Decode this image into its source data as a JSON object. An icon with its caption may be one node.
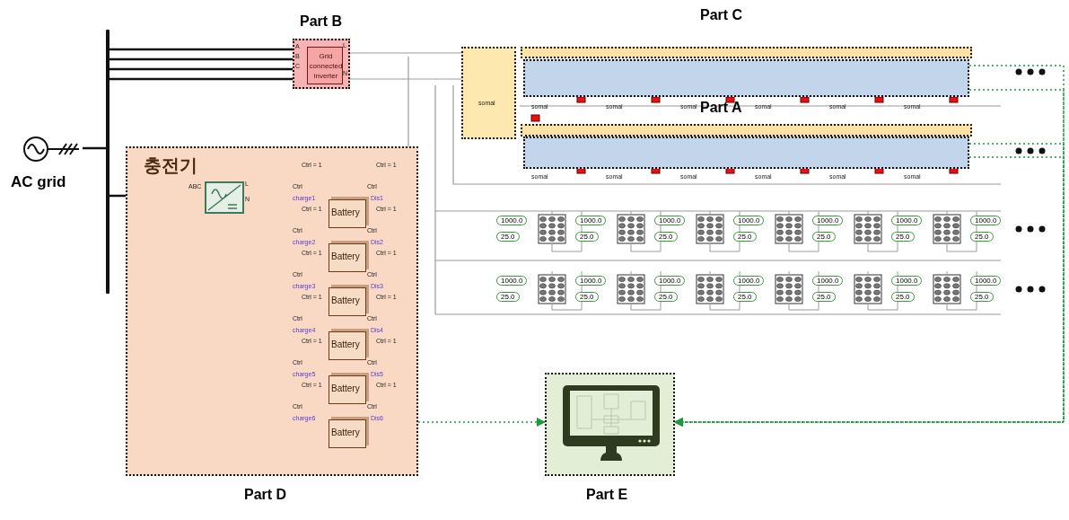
{
  "diagram": {
    "nodes": [
      {
        "text": [
          "Part B"
        ]
      },
      {
        "text": [
          "Grid connected inverter"
        ],
        "in": 0
      },
      {
        "text": [
          "AC grid"
        ]
      },
      {
        "text": [
          "Part D",
          "충전기"
        ]
      },
      {
        "text": [],
        "shape": "box",
        "in": 3
      },
      {
        "text": [
          "Battery"
        ],
        "in": 3
      },
      {
        "text": [
          "Battery"
        ],
        "in": 3
      },
      {
        "text": [
          "Battery"
        ],
        "in": 3
      },
      {
        "text": [
          "Battery"
        ],
        "in": 3
      },
      {
        "text": [
          "Battery"
        ],
        "in": 3
      },
      {
        "text": [
          "Battery"
        ],
        "in": 3
      },
      {
        "text": [],
        "shape": "box"
      },
      {
        "text": [],
        "shape": "bar"
      },
      {
        "text": [],
        "shape": "box"
      },
      {
        "text": [],
        "shape": "bar"
      },
      {
        "text": [],
        "shape": "box"
      },
      {
        "text": [
          "Part E"
        ]
      },
      {
        "text": [],
        "shape": "bar"
      }
    ],
    "edges": [
      {
        "from": 2,
        "to": 17,
        "arrow": "none"
      },
      {
        "from": 17,
        "to": 1,
        "arrow": "none"
      },
      {
        "from": 17,
        "to": 1,
        "arrow": "none"
      },
      {
        "from": 17,
        "to": 1,
        "arrow": "none"
      },
      {
        "from": 17,
        "to": 1,
        "arrow": "none"
      },
      {
        "from": 17,
        "to": 4,
        "arrow": "none"
      },
      {
        "from": 1,
        "to": 11,
        "arrow": "none",
        "color": "#9a9a9a"
      },
      {
        "from": 1,
        "to": 11,
        "arrow": "none",
        "color": "#9a9a9a"
      },
      {
        "from": 3,
        "to": 16,
        "arrow": "to",
        "style": "dashed",
        "color": "#1a9a3a"
      },
      {
        "from": 13,
        "to": 16,
        "arrow": "to",
        "style": "dashed",
        "color": "#1a9a3a"
      },
      {
        "from": 13,
        "to": 16,
        "arrow": "to",
        "style": "dashed",
        "color": "#1a9a3a"
      },
      {
        "from": 15,
        "to": 16,
        "arrow": "to",
        "style": "dashed",
        "color": "#1a9a3a"
      },
      {
        "from": 15,
        "to": 16,
        "arrow": "to",
        "style": "dashed",
        "color": "#1a9a3a"
      }
    ],
    "labels": [
      "Part C",
      "A",
      "B",
      "C",
      "L",
      "N",
      "somal",
      "somal",
      "somal",
      "somal",
      "somal",
      "somal",
      "somal",
      "Part A",
      "somal",
      "somal",
      "somal",
      "somal",
      "somal",
      "somal",
      "ABC",
      "L",
      "N",
      "Ctrl = 1",
      "Ctrl = 1",
      "Ctrl",
      "Ctrl",
      "charge1",
      "Dis1",
      "Ctrl = 1",
      "Ctrl = 1",
      "Ctrl",
      "Ctrl",
      "charge2",
      "Dis2",
      "Ctrl = 1",
      "Ctrl = 1",
      "Ctrl",
      "Ctrl",
      "charge3",
      "Dis3",
      "Ctrl = 1",
      "Ctrl = 1",
      "Ctrl",
      "Ctrl",
      "charge4",
      "Dis4",
      "Ctrl = 1",
      "Ctrl = 1",
      "Ctrl",
      "Ctrl",
      "charge5",
      "Dis5",
      "Ctrl = 1",
      "Ctrl = 1",
      "Ctrl",
      "Ctrl",
      "charge6",
      "Dis6",
      "1000.0",
      "25.0",
      "1000.0",
      "25.0",
      "1000.0",
      "25.0",
      "1000.0",
      "25.0",
      "1000.0",
      "25.0",
      "1000.0",
      "25.0",
      "1000.0",
      "25.0",
      "1000.0",
      "25.0",
      "1000.0",
      "25.0",
      "1000.0",
      "25.0",
      "1000.0",
      "25.0",
      "1000.0",
      "25.0",
      "1000.0",
      "25.0",
      "1000.0",
      "25.0"
    ]
  }
}
